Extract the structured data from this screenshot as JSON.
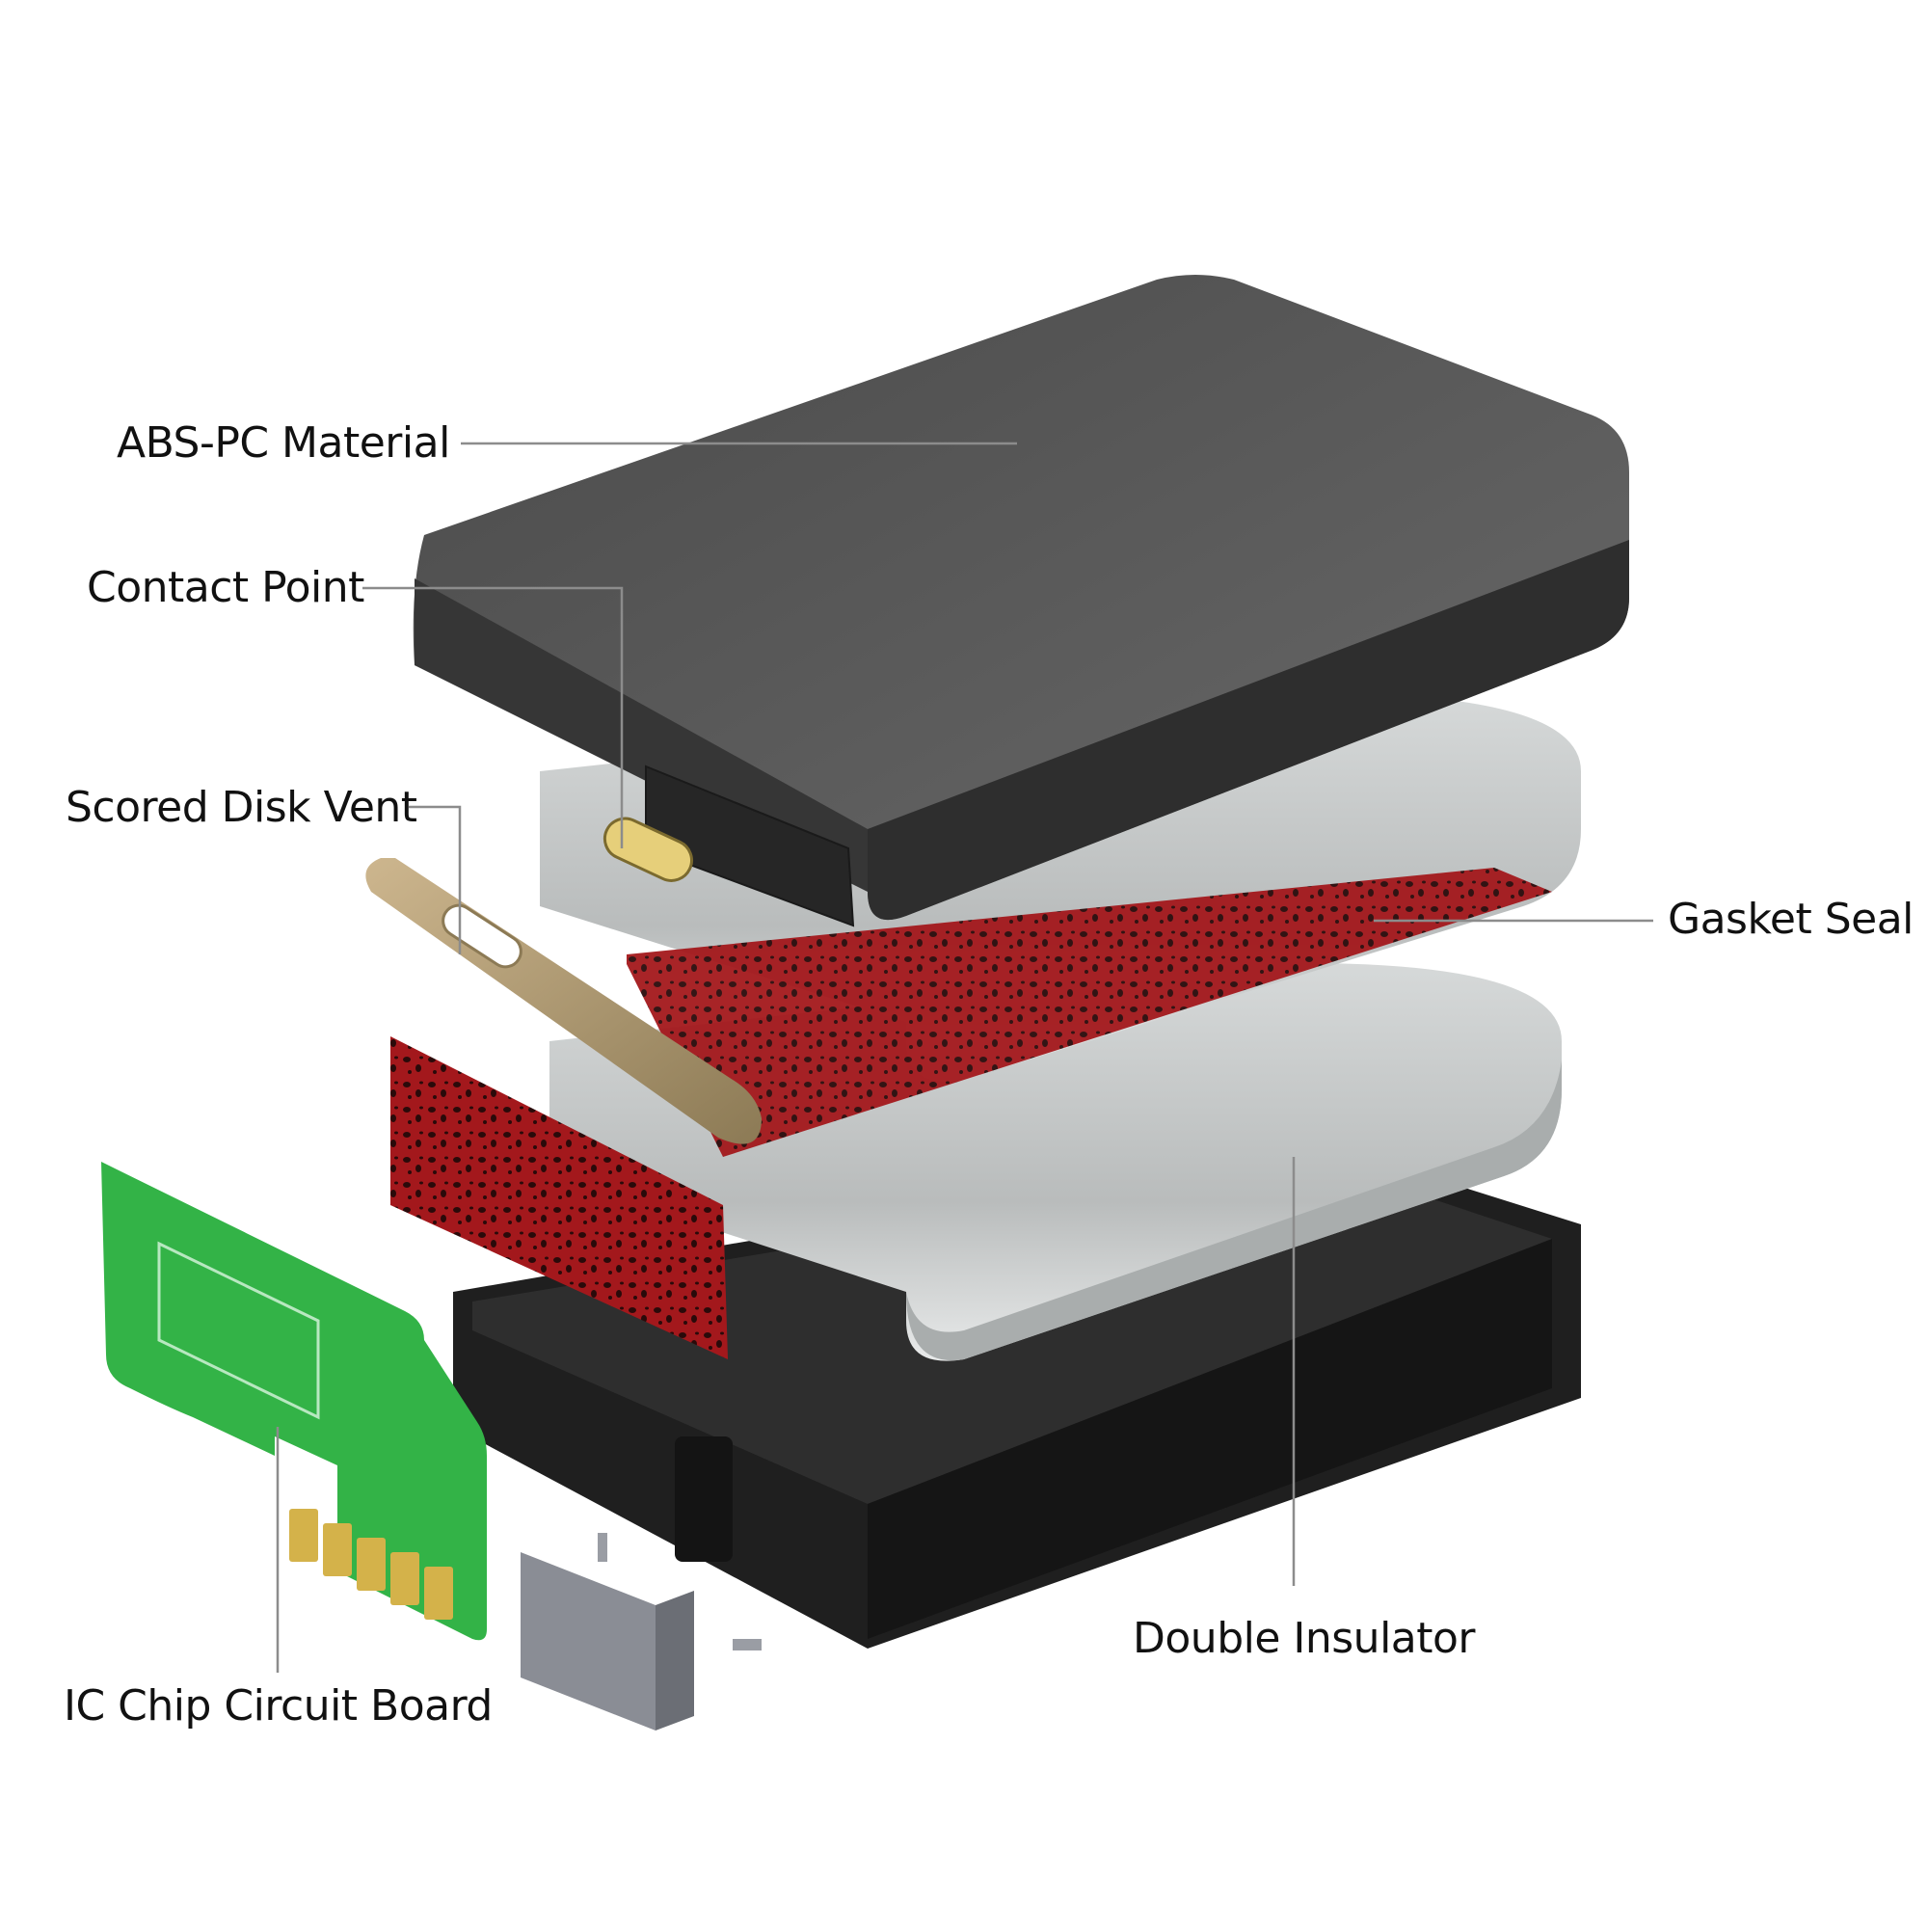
{
  "diagram": {
    "type": "exploded-view",
    "subject": "power bank battery pack",
    "colors": {
      "background": "#ffffff",
      "label_text": "#111111",
      "leader_line": "#8c8c8c",
      "case_top": "#3e3e3e",
      "case_bottom": "#1f1f1f",
      "cell": "#c9cccc",
      "gasket": "#a3181c",
      "vent": "#b8a07a",
      "contact": "#e6cf7a",
      "pcb": "#33b347",
      "connector": "#8a8d95"
    },
    "labels": [
      {
        "id": "abs-pc-material",
        "text": "ABS-PC Material"
      },
      {
        "id": "contact-point",
        "text": "Contact Point"
      },
      {
        "id": "scored-disk-vent",
        "text": "Scored Disk Vent"
      },
      {
        "id": "gasket-seal",
        "text": "Gasket Seal"
      },
      {
        "id": "double-insulator",
        "text": "Double Insulator"
      },
      {
        "id": "ic-chip-circuit-board",
        "text": "IC Chip Circuit Board"
      }
    ]
  }
}
